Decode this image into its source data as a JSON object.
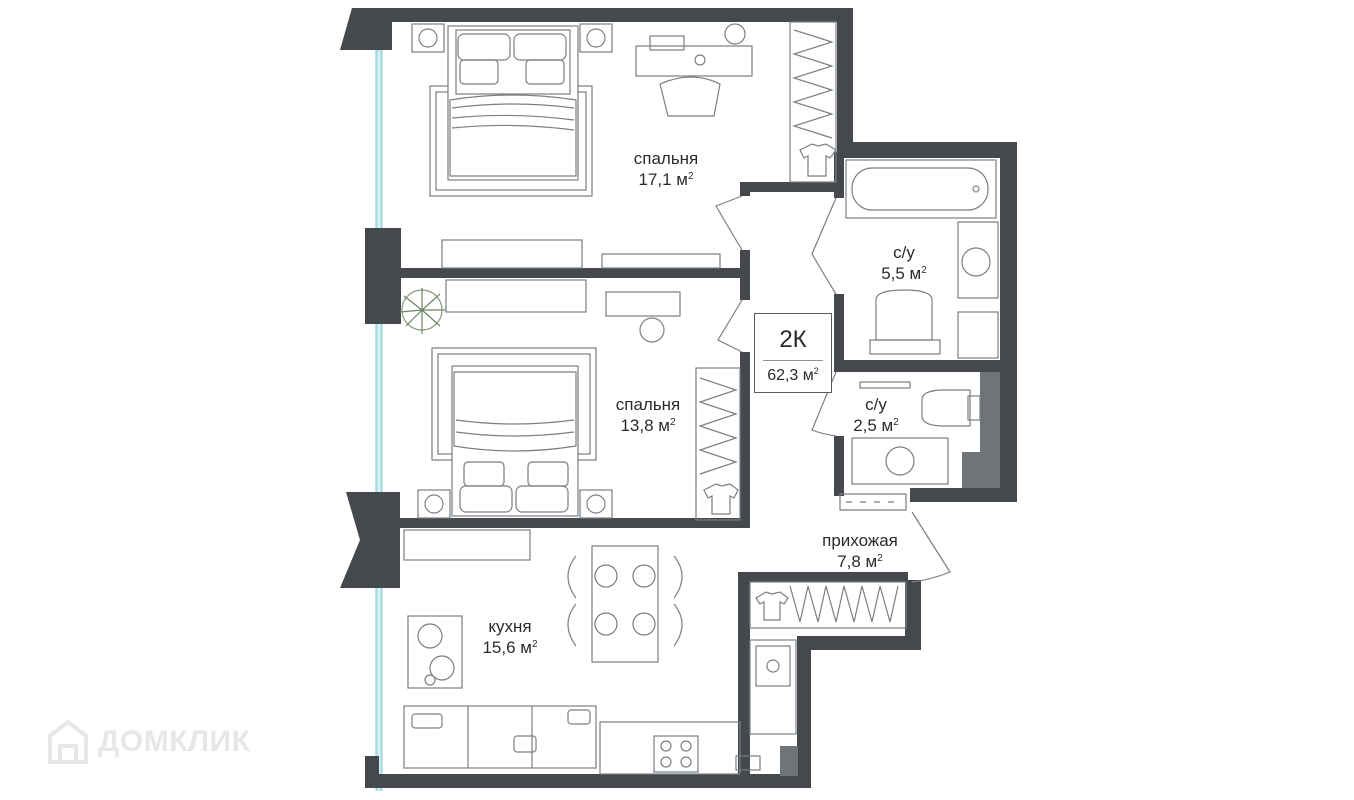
{
  "apartment": {
    "type": "2К",
    "total_area": "62,3 м",
    "area_unit_sup": "2"
  },
  "rooms": [
    {
      "id": "bedroom1",
      "name": "спальня",
      "area": "17,1 м",
      "sup": "2"
    },
    {
      "id": "bedroom2",
      "name": "спальня",
      "area": "13,8 м",
      "sup": "2"
    },
    {
      "id": "bath1",
      "name": "с/у",
      "area": "5,5 м",
      "sup": "2"
    },
    {
      "id": "bath2",
      "name": "с/у",
      "area": "2,5 м",
      "sup": "2"
    },
    {
      "id": "hall",
      "name": "прихожая",
      "area": "7,8 м",
      "sup": "2"
    },
    {
      "id": "kitchen",
      "name": "кухня",
      "area": "15,6 м",
      "sup": "2"
    }
  ],
  "watermark": {
    "text": "ДОМКЛИК"
  },
  "colors": {
    "wall": "#45494d",
    "wall_light": "#5c6166",
    "furniture_stroke": "#7a7f84",
    "glass": "#bfe8ee",
    "text": "#2b2b2b"
  }
}
